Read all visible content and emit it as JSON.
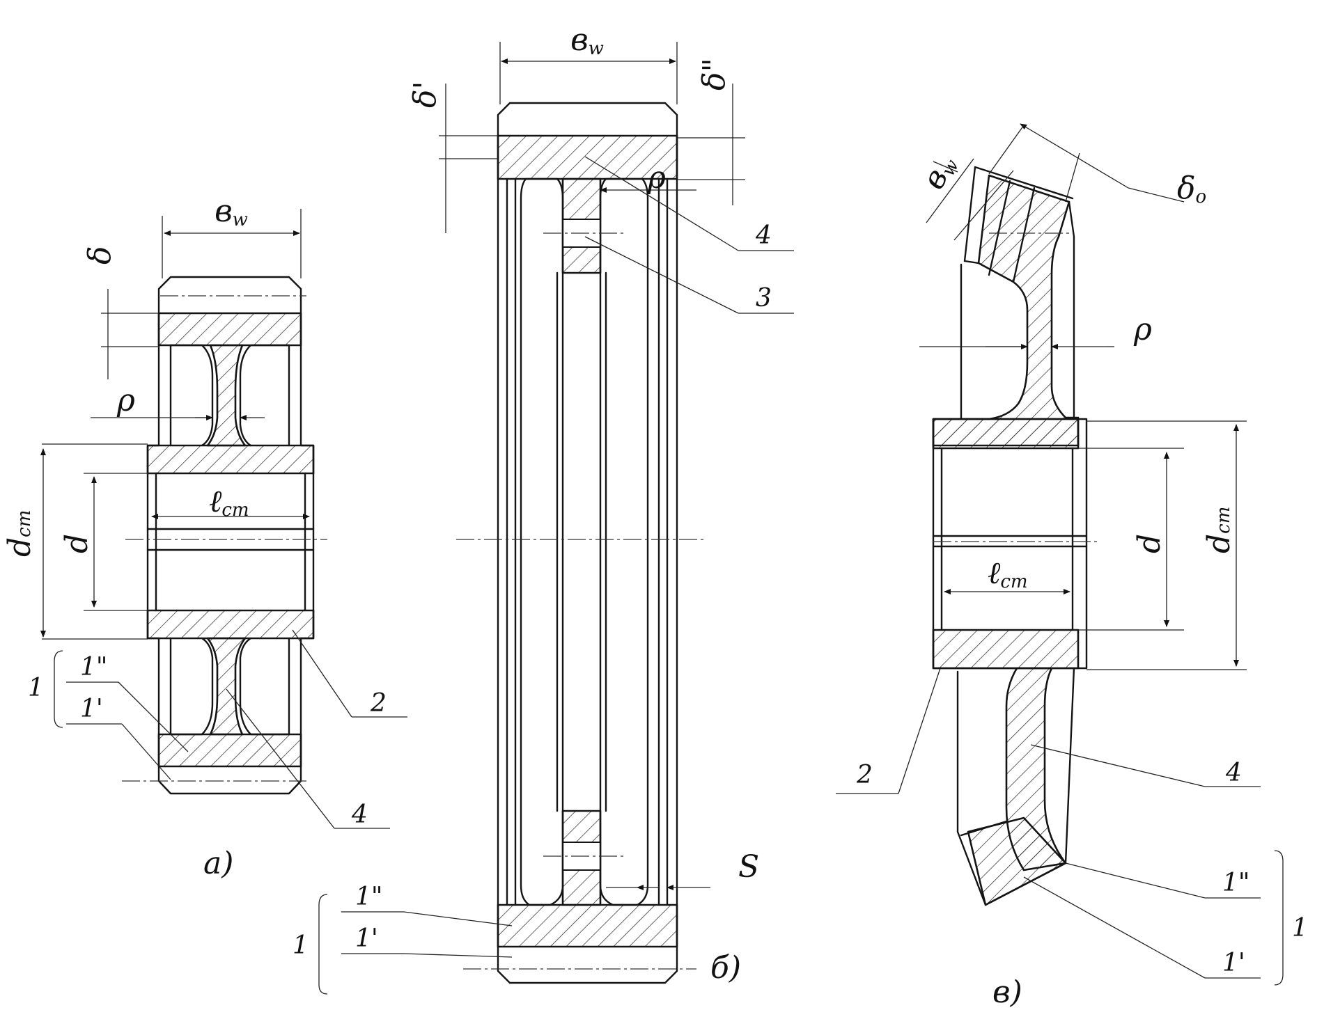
{
  "figure_a": {
    "caption": "а)",
    "bw": "в",
    "bw_sub": "w",
    "delta": "δ",
    "rho": "ρ",
    "dcm": "d",
    "dcm_sub": "cm",
    "d": "d",
    "lcm": "ℓ",
    "lcm_sub": "cm",
    "brace_num": "1",
    "ref_1pp": "1\"",
    "ref_1p": "1'",
    "ref_2": "2",
    "ref_4": "4"
  },
  "figure_b": {
    "caption": "б)",
    "bw": "в",
    "bw_sub": "w",
    "delta_p": "δ'",
    "delta_pp": "δ\"",
    "rho": "ρ",
    "ref_4": "4",
    "ref_3": "3",
    "s": "S",
    "brace_num": "1",
    "ref_1pp": "1\"",
    "ref_1p": "1'"
  },
  "figure_c": {
    "caption": "в)",
    "bw": "в",
    "bw_sub": "w",
    "delta0": "δ",
    "delta0_sub": "o",
    "rho": "ρ",
    "d": "d",
    "dcm": "d",
    "dcm_sub": "cm",
    "lcm": "ℓ",
    "lcm_sub": "cm",
    "ref_2": "2",
    "ref_4": "4",
    "ref_1pp": "1\"",
    "ref_1p": "1'",
    "brace_num": "1"
  }
}
